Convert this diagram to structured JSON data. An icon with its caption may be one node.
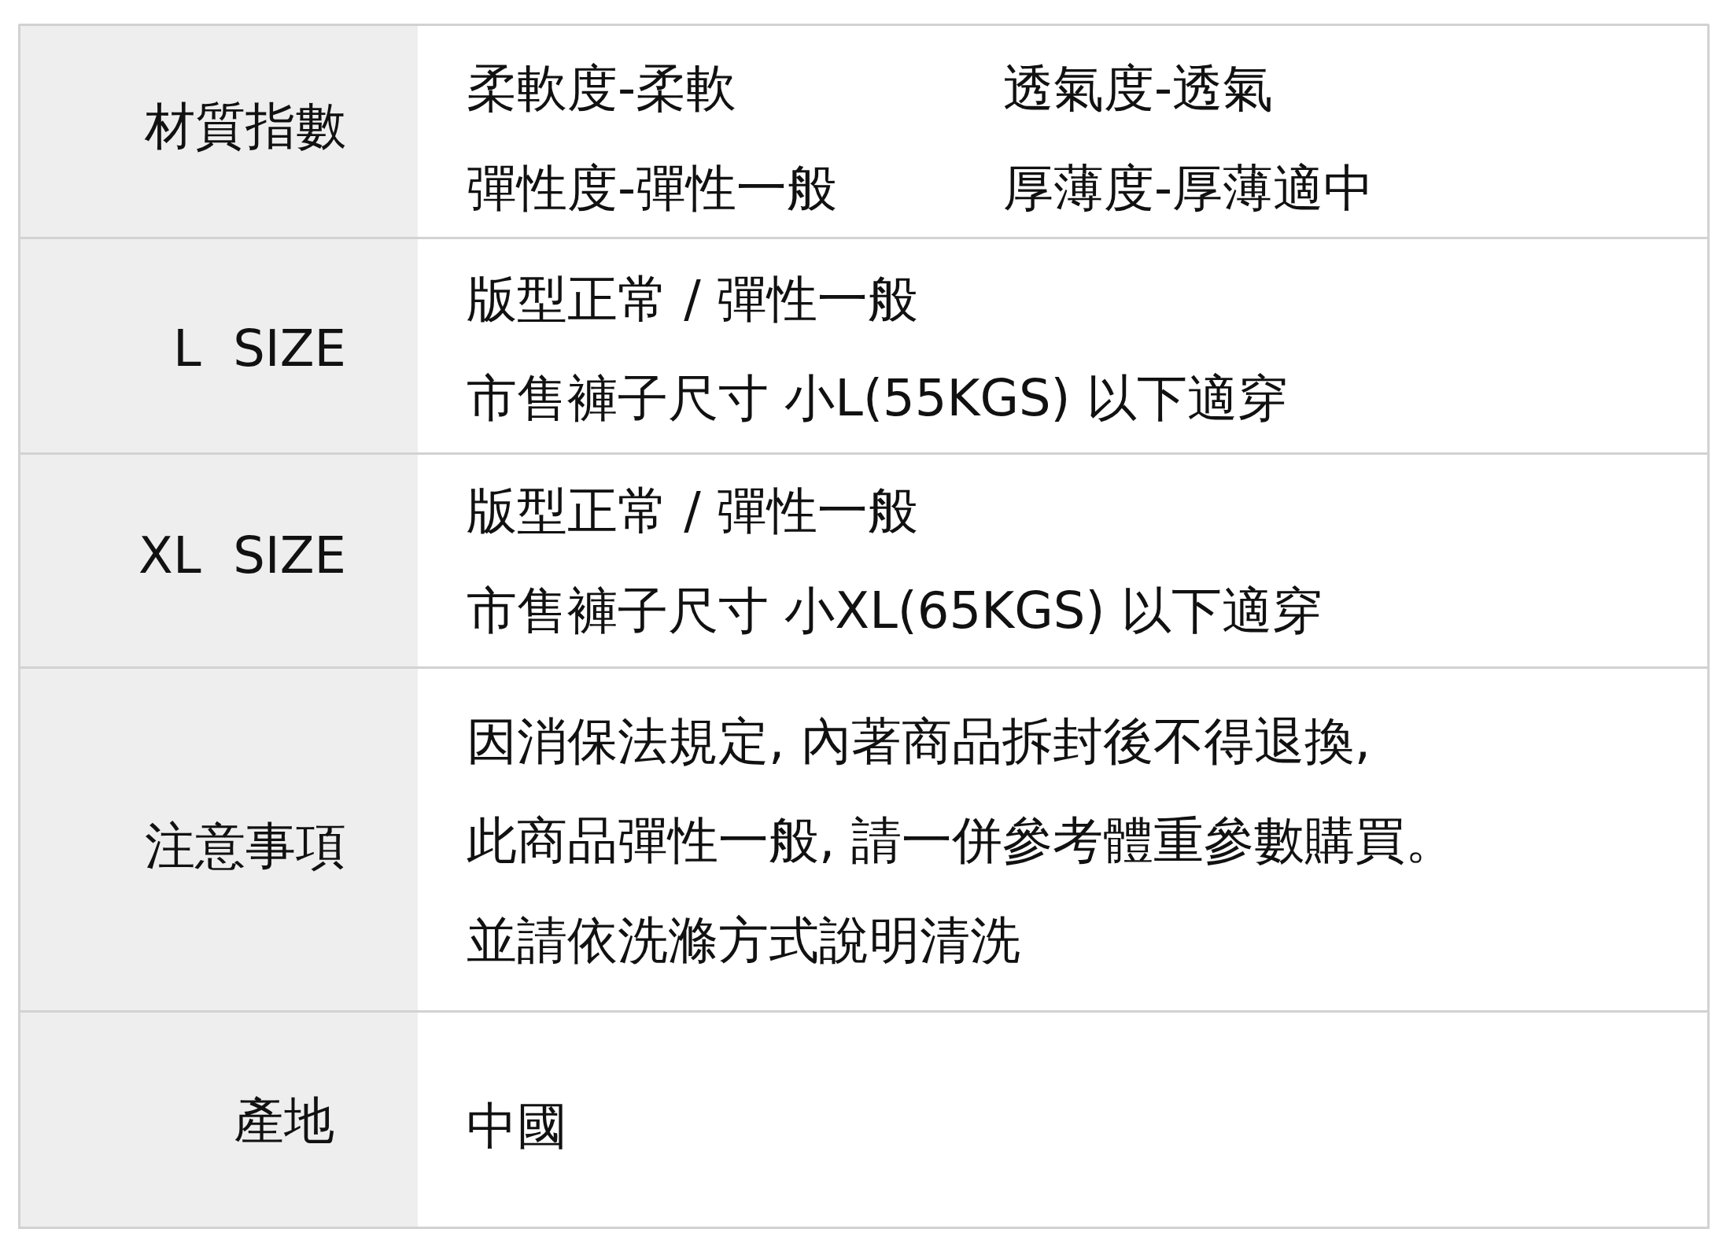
{
  "diagram": {
    "labels": [
      "材質指數",
      "柔軟度-柔軟",
      "透氣度-透氣",
      "彈性度-彈性一般",
      "厚薄度-厚薄適中",
      "L  SIZE",
      "版型正常 / 彈性一般",
      "市售褲子尺寸 小L(55KGS) 以下適穿",
      "XL  SIZE",
      "版型正常 / 彈性一般",
      "市售褲子尺寸 小XL(65KGS) 以下適穿",
      "注意事項",
      "因消保法規定, 內著商品拆封後不得退換,",
      "此商品彈性一般, 請一併參考體重參數購買。",
      "並請依洗滌方式說明清洗",
      "產地",
      "中國"
    ]
  }
}
